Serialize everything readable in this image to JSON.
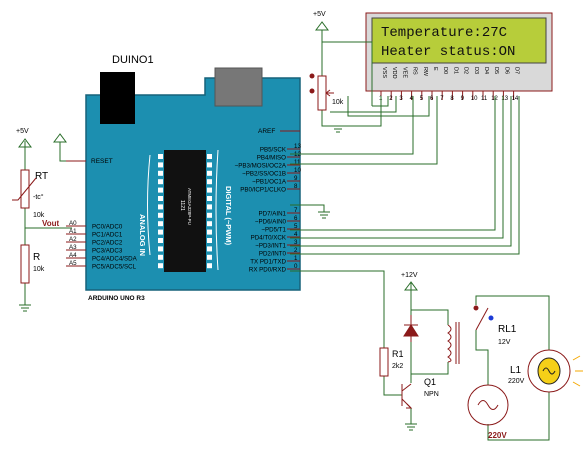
{
  "arduino": {
    "name": "DUINO1",
    "model": "ARDUINO UNO R3",
    "chip": "ATMEGA328P-PU",
    "chip_num": "1121",
    "analog_label": "ANALOG IN",
    "digital_label": "DIGITAL (~PWM)",
    "aref": "AREF",
    "reset": "RESET",
    "left_pins": [
      "PC0/ADC0",
      "PC1/ADC1",
      "PC2/ADC2",
      "PC3/ADC3",
      "PC4/ADC4/SDA",
      "PC5/ADC5/SCL"
    ],
    "left_nums": [
      "A0",
      "A1",
      "A2",
      "A3",
      "A4",
      "A5"
    ],
    "right_top_pins": [
      "PB5/SCK",
      "PB4/MISO",
      "~PB3/MOSI/OC2A",
      "~PB2/SS/OC1B",
      "~PB1/OC1A",
      "PB0/ICP1/CLKO"
    ],
    "right_top_nums": [
      "13",
      "12",
      "11",
      "10",
      "9",
      "8"
    ],
    "right_bot_pins": [
      "PD7/AIN1",
      "~PD6/AIN0",
      "~PD5/T1",
      "PD4/T0/XCK",
      "~PD3/INT1",
      "PD2/INT0",
      "TX PD1/TXD",
      "RX PD0/RXD"
    ],
    "right_bot_nums": [
      "7",
      "6",
      "5",
      "4",
      "3",
      "2",
      "1",
      "0"
    ]
  },
  "lcd": {
    "line1": "Temperature:27C",
    "line2": "Heater status:ON",
    "pins": [
      "VSS",
      "VDD",
      "VEE",
      "RS",
      "RW",
      "E",
      "D0",
      "D1",
      "D2",
      "D3",
      "D4",
      "D5",
      "D6",
      "D7"
    ],
    "pin_nums": [
      "1",
      "2",
      "3",
      "4",
      "5",
      "6",
      "7",
      "8",
      "9",
      "10",
      "11",
      "12",
      "13",
      "14"
    ]
  },
  "labels": {
    "vcc_pot": "+5V",
    "pot_value": "10k",
    "vcc_rt": "+5V",
    "rt_name": "RT",
    "rt_tc": "-tc°",
    "rt_value": "10k",
    "vout": "Vout",
    "r_name": "R",
    "r_value": "10k",
    "vcc_relay": "+12V",
    "relay_name": "RL1",
    "relay_value": "12V",
    "r1_name": "R1",
    "r1_value": "2k2",
    "q1_name": "Q1",
    "q1_type": "NPN",
    "lamp_name": "L1",
    "lamp_value": "220V",
    "ac_value": "220V"
  },
  "colors": {
    "board": "#1c8fb0",
    "board_dark": "#16627a",
    "wire": "#2a6e2a",
    "component": "#8b1a1a",
    "lcd_bg": "#b7cd3a",
    "lcd_frame": "#d9d9d9",
    "pin_red": "#e02020",
    "pin_blue": "#2020e0"
  }
}
